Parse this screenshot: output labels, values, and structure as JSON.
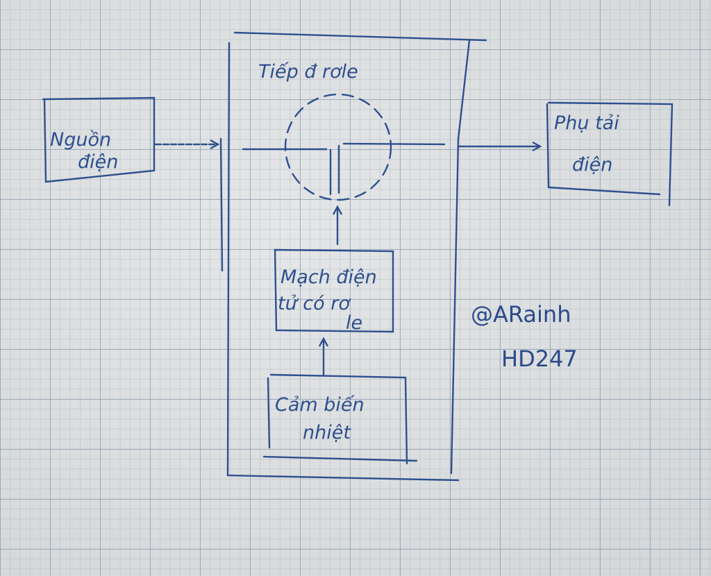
{
  "diagram": {
    "source_box": {
      "line1": "Nguồn",
      "line2": "điện"
    },
    "relay_contact": {
      "title": "Tiếp đ rơle"
    },
    "electronic_circuit_box": {
      "line1": "Mạch điện",
      "line2": "tử có rơ",
      "line3": "le"
    },
    "sensor_box": {
      "line1": "Cảm biến",
      "line2": "nhiệt"
    },
    "load_box": {
      "line1": "Phụ tải",
      "line2": "điện"
    },
    "watermark": {
      "line1": "@ARainh",
      "line2": "HD247"
    },
    "ink_color": "#2d4f8f"
  }
}
